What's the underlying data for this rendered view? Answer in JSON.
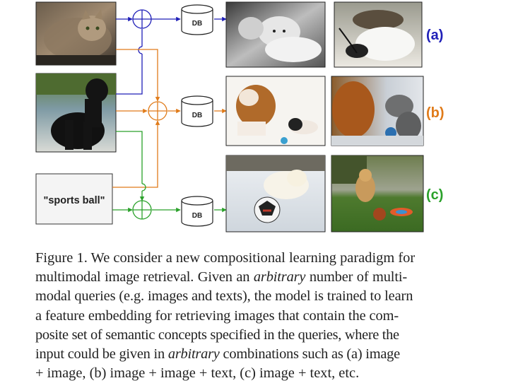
{
  "figure": {
    "db_label": "DB",
    "text_query": "\"sports ball\"",
    "rows": [
      {
        "label": "(a)",
        "color": "#1f1fb8"
      },
      {
        "label": "(b)",
        "color": "#e07b1a"
      },
      {
        "label": "(c)",
        "color": "#2aa12a"
      }
    ],
    "photos": {
      "query_1": "tabby cat",
      "query_2": "black dog",
      "result_a1": "kitten and puppy",
      "result_a2": "cat on white dog",
      "result_b1": "bulldog with kitten and ball",
      "result_b2": "dog and cat with ball",
      "result_c1": "puppy with sports ball in snow",
      "result_c2": "dog with ball on lawn"
    }
  },
  "caption": {
    "line1": "Figure 1. We consider a new compositional learning paradigm for",
    "line2_pre": "multimodal image retrieval.  Given an ",
    "line2_em": "arbitrary",
    "line2_post": " number of multi-",
    "line3": "modal queries (e.g. images and texts), the model is trained to learn",
    "line4": "a feature embedding for retrieving images that contain the com-",
    "line5": "posite set of semantic concepts specified in the queries, where the",
    "line6_pre": "input could be given in ",
    "line6_em": "arbitrary",
    "line6_post": " combinations such as (a) image",
    "line7": "+ image, (b) image + image + text, (c) image + text, etc."
  }
}
